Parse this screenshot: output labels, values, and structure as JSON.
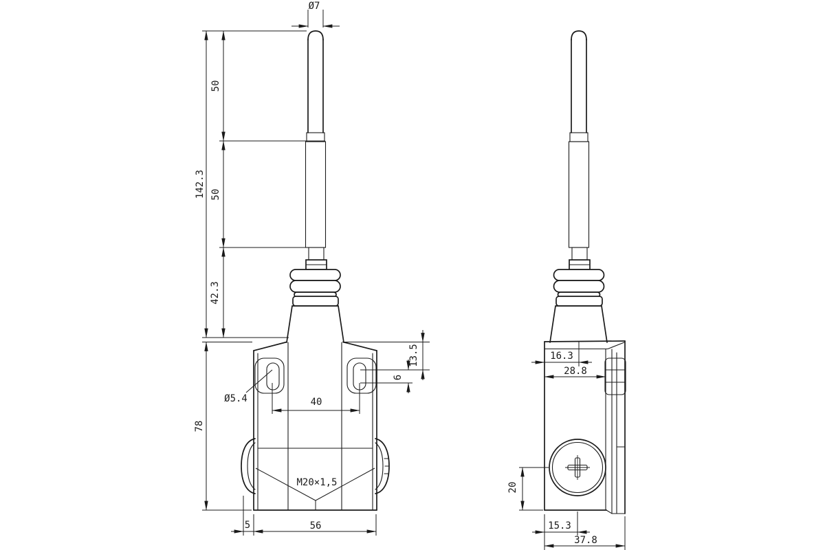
{
  "drawing": {
    "kind": "technical-dimension-drawing",
    "subject": "limit switch with spring-rod actuator, front and side views",
    "colors": {
      "line": "#1a1a1a",
      "background": "#ffffff"
    },
    "front_view": {
      "rod_diameter": "Ø7",
      "upper_rod_length": "50",
      "actuator_total_length": "142.3",
      "spring_length": "50",
      "boot_section_height": "42.3",
      "body_height": "78",
      "slot_diameter": "Ø5.4",
      "slot_center_distance": "40",
      "slot_top_offset": "13.5",
      "slot_length": "6",
      "thread_label": "M20×1,5",
      "cap_protrusion": "5",
      "body_width": "56"
    },
    "side_view": {
      "rod_axis_offset": "16.3",
      "front_depth": "28.8",
      "entry_axis_height": "20",
      "entry_axis_offset": "15.3",
      "total_depth": "37.8"
    }
  }
}
